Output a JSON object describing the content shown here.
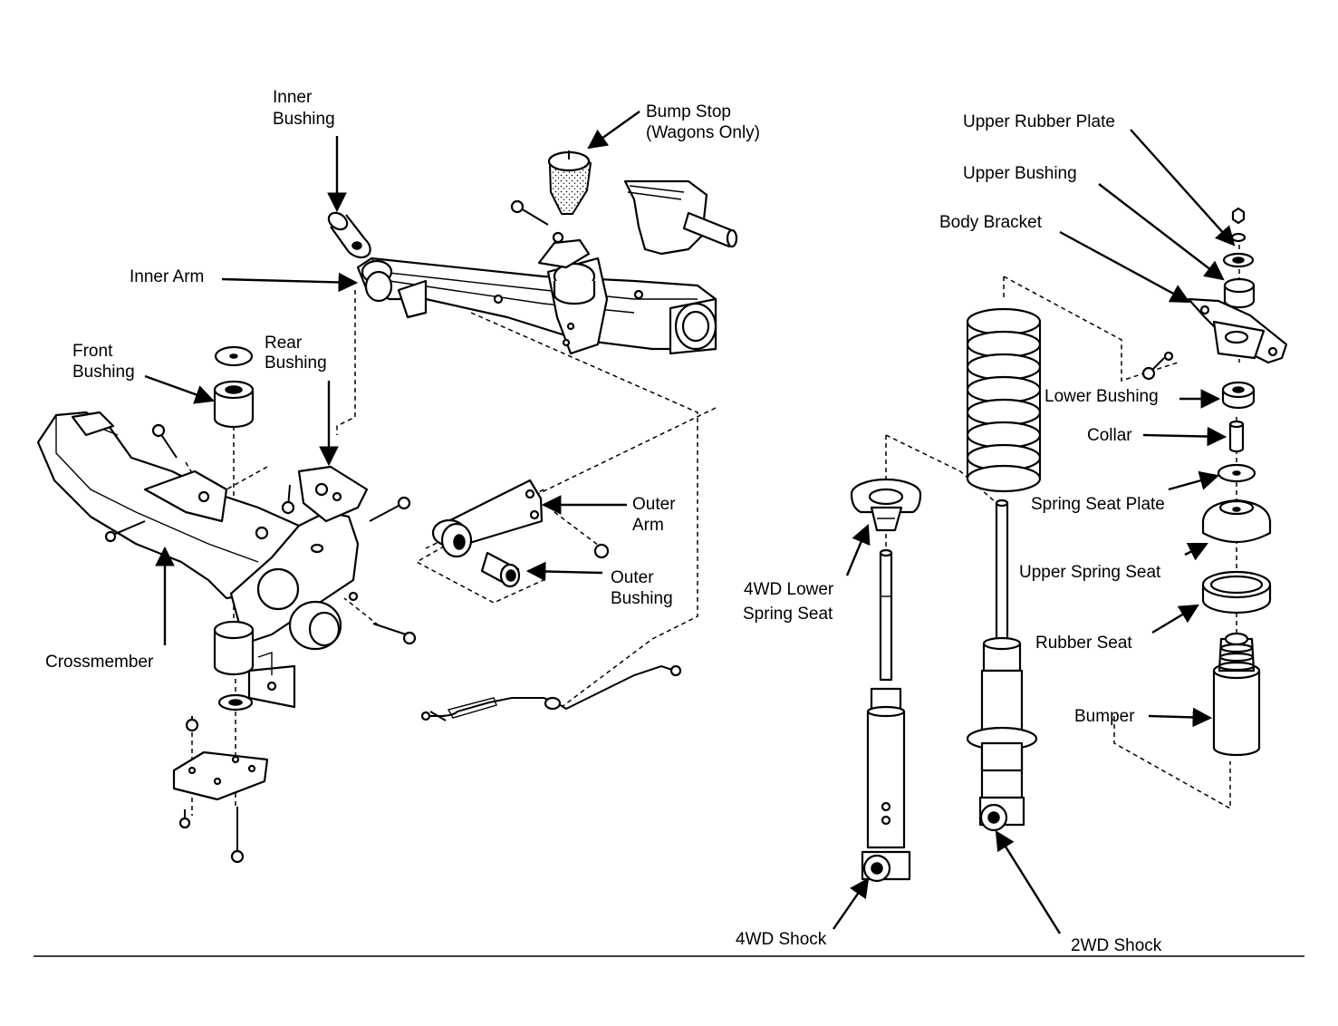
{
  "labels": {
    "inner_bushing": [
      "Inner",
      "Bushing"
    ],
    "bump_stop": [
      "Bump Stop",
      "(Wagons Only)"
    ],
    "inner_arm": "Inner Arm",
    "front_bushing": [
      "Front",
      "Bushing"
    ],
    "rear_bushing": [
      "Rear",
      "Bushing"
    ],
    "outer_arm": [
      "Outer",
      "Arm"
    ],
    "outer_bushing": [
      "Outer",
      "Bushing"
    ],
    "crossmember": "Crossmember",
    "upper_rubber_plate": "Upper Rubber Plate",
    "upper_bushing": "Upper Bushing",
    "body_bracket": "Body Bracket",
    "lower_bushing": "Lower Bushing",
    "collar": "Collar",
    "spring_seat_plate": "Spring Seat Plate",
    "upper_spring_seat": "Upper Spring Seat",
    "rubber_seat": "Rubber Seat",
    "bumper": "Bumper",
    "lower_spring_seat_4wd": [
      "4WD Lower",
      "Spring Seat"
    ],
    "shock_4wd": "4WD Shock",
    "shock_2wd": "2WD Shock"
  }
}
